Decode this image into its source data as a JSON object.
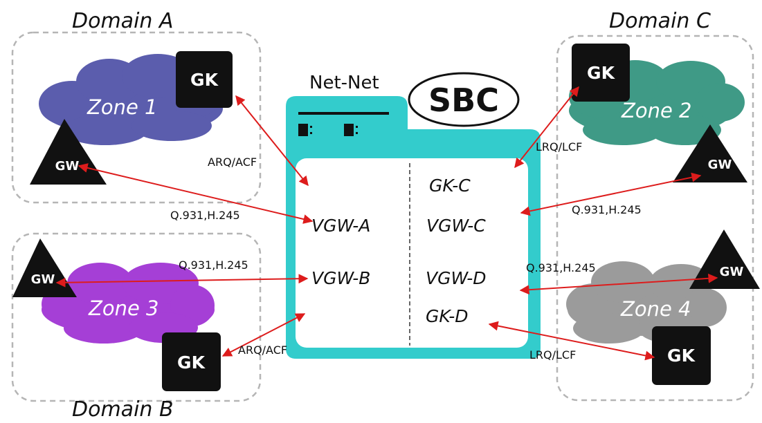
{
  "diagram": {
    "domains": {
      "a": "Domain A",
      "b": "Domain B",
      "c": "Domain C"
    },
    "zones": {
      "z1": "Zone 1",
      "z2": "Zone 2",
      "z3": "Zone 3",
      "z4": "Zone 4"
    },
    "zone_colors": {
      "z1": "#5b5dad",
      "z2": "#3f9a86",
      "z3": "#a53fd6",
      "z4": "#9b9b9b"
    },
    "device_labels": {
      "gatekeeper": "GK",
      "gateway": "GW"
    },
    "sbc": {
      "title": "Net-Net",
      "badge": "SBC",
      "body_color": "#33cccc",
      "inner": {
        "vgw_a": "VGW-A",
        "vgw_b": "VGW-B",
        "gk_c": "GK-C",
        "vgw_c": "VGW-C",
        "vgw_d": "VGW-D",
        "gk_d": "GK-D"
      }
    },
    "links": {
      "arq_acf_a": "ARQ/ACF",
      "q931_a": "Q.931,H.245",
      "q931_b": "Q.931,H.245",
      "arq_acf_b": "ARQ/ACF",
      "lrq_lcf_c": "LRQ/LCF",
      "q931_c": "Q.931,H.245",
      "q931_d": "Q.931,H.245",
      "lrq_lcf_d": "LRQ/LCF"
    },
    "arrow_color": "#dd1c1c"
  }
}
